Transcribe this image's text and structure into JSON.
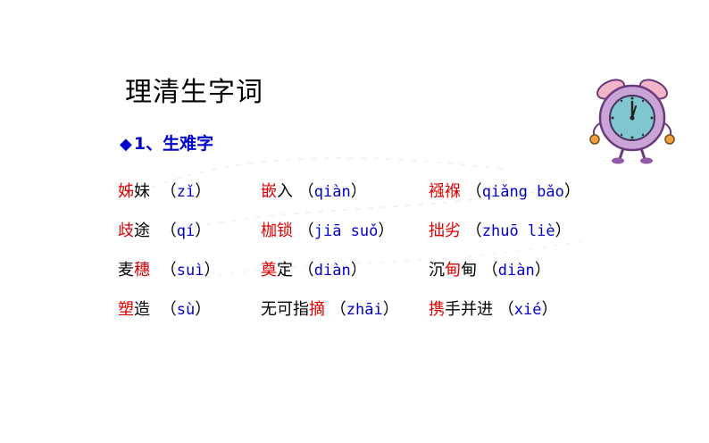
{
  "title": "理清生字词",
  "section": {
    "bullet": "◆",
    "label": "1、生难字"
  },
  "rows": [
    [
      {
        "parts": [
          {
            "t": "姊",
            "c": "red"
          },
          {
            "t": "妹",
            "c": "blk"
          }
        ],
        "open": "（",
        "pinyin": "zǐ",
        "close": "）"
      },
      {
        "parts": [
          {
            "t": "嵌",
            "c": "red"
          },
          {
            "t": "入",
            "c": "blk"
          }
        ],
        "open": "（",
        "pinyin": "qiàn",
        "close": "）"
      },
      {
        "parts": [
          {
            "t": "襁褓",
            "c": "red"
          }
        ],
        "open": "（",
        "pinyin": "qiǎng bǎo",
        "close": "）"
      }
    ],
    [
      {
        "parts": [
          {
            "t": "歧",
            "c": "red"
          },
          {
            "t": "途",
            "c": "blk"
          }
        ],
        "open": "（",
        "pinyin": "qí",
        "close": "）"
      },
      {
        "parts": [
          {
            "t": "枷锁",
            "c": "red"
          }
        ],
        "open": "（",
        "pinyin": "jiā suǒ",
        "close": "）"
      },
      {
        "parts": [
          {
            "t": "拙劣",
            "c": "red"
          }
        ],
        "open": "（",
        "pinyin": "zhuō liè",
        "close": "）"
      }
    ],
    [
      {
        "parts": [
          {
            "t": "麦",
            "c": "blk"
          },
          {
            "t": "穗",
            "c": "red"
          }
        ],
        "open": "（",
        "pinyin": "suì",
        "close": "）"
      },
      {
        "parts": [
          {
            "t": "奠",
            "c": "red"
          },
          {
            "t": "定",
            "c": "blk"
          }
        ],
        "open": "（",
        "pinyin": "diàn",
        "close": "）"
      },
      {
        "parts": [
          {
            "t": "沉",
            "c": "blk"
          },
          {
            "t": "甸",
            "c": "red"
          },
          {
            "t": "甸",
            "c": "blk"
          }
        ],
        "open": "（",
        "pinyin": "diàn",
        "close": "）"
      }
    ],
    [
      {
        "parts": [
          {
            "t": "塑",
            "c": "red"
          },
          {
            "t": "造",
            "c": "blk"
          }
        ],
        "open": "（",
        "pinyin": "sù",
        "close": "）"
      },
      {
        "parts": [
          {
            "t": "无可指",
            "c": "blk"
          },
          {
            "t": "摘",
            "c": "red"
          }
        ],
        "open": "（",
        "pinyin": "zhāi",
        "close": "）"
      },
      {
        "parts": [
          {
            "t": "携",
            "c": "red"
          },
          {
            "t": "手并进",
            "c": "blk"
          }
        ],
        "open": "（",
        "pinyin": "xié",
        "close": "）"
      }
    ]
  ],
  "clock": {
    "icon": "alarm-clock-icon",
    "body_color": "#c9a4d6",
    "face_color": "#7fc6cf",
    "bell_color": "#f2b6c8",
    "foot_color": "#f0a040"
  }
}
